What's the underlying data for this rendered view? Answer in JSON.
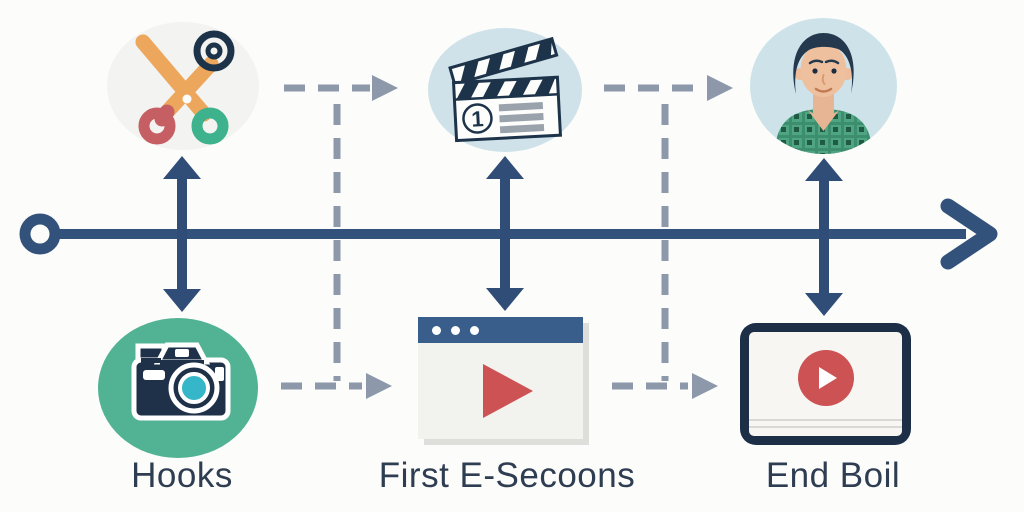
{
  "diagram": {
    "type": "video-content-timeline-flowchart",
    "timeline": {
      "direction": "left-to-right",
      "start_marker": "ring",
      "end_marker": "arrowhead",
      "color": "#33527b"
    },
    "connector_color": "#8d99aa",
    "label_color": "#2e3d51",
    "accent_red": "#cc5254",
    "navy_dark": "#1d2f47",
    "stages": [
      {
        "label": "Hooks",
        "top_icon": "scissors-icon",
        "top_icon_bg": "#f3f3f1",
        "bottom_icon": "camera-icon",
        "bottom_icon_bg": "#52b394"
      },
      {
        "label": "First E-Secoons",
        "top_icon": "clapperboard-icon",
        "top_icon_bg": "#cfe2ea",
        "clapper_number": "1",
        "bottom_icon": "browser-video-player-icon",
        "bottom_icon_bg": "#f2f2ef",
        "browser_bar_color": "#3a5e8c"
      },
      {
        "label": "End Boil",
        "top_icon": "person-avatar-icon",
        "top_icon_bg": "#cde3e9",
        "bottom_icon": "tablet-video-player-icon",
        "bottom_icon_bg": "#1d2f47"
      }
    ]
  }
}
